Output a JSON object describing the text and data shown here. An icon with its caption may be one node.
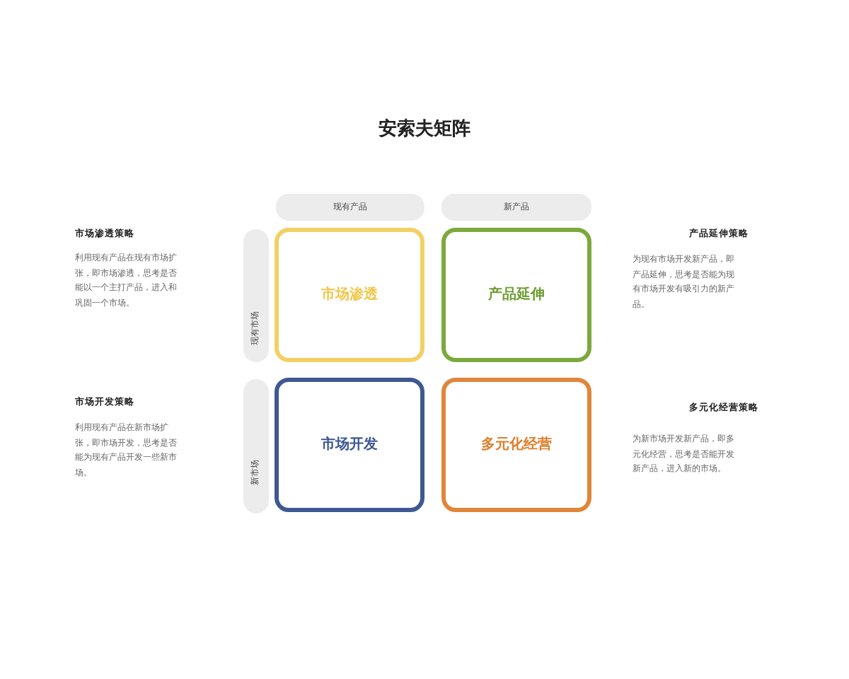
{
  "diagram": {
    "title": "安索夫矩阵",
    "nodes": [
      {
        "text": [
          "现有产品"
        ]
      },
      {
        "text": [
          "新产品"
        ]
      },
      {
        "text": [
          "现有市场"
        ]
      },
      {
        "text": [
          "市场渗透"
        ]
      },
      {
        "text": [
          "产品延伸"
        ]
      },
      {
        "text": [
          "新市场"
        ]
      },
      {
        "text": [
          "市场开发"
        ]
      },
      {
        "text": [
          "多元化经营"
        ]
      }
    ],
    "labels": [
      "市场渗透策略",
      "利用现有产品在现有市场扩张，即市场渗透，思考是否能以一个主打产品，进入和巩固一个市场。",
      "产品延伸策略",
      "为现有市场开发新产品，即产品延伸，思考是否能为现有市场开发有吸引力的新产品。",
      "市场开发策略",
      "利用现有产品在新市场扩张，即市场开发，思考是否能为现有产品开发一些新市场。",
      "多元化经营策略",
      "为新市场开发新产品，即多元化经营，思考是否能开发新产品，进入新的市场。"
    ]
  }
}
